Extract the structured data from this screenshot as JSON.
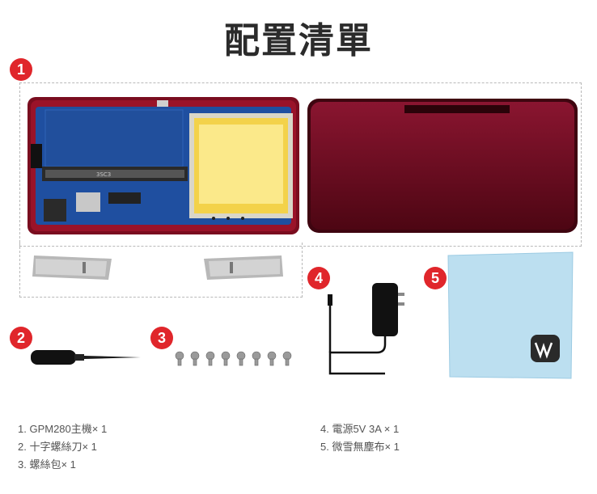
{
  "page": {
    "title": "配置清單"
  },
  "badges": [
    "1",
    "2",
    "3",
    "4",
    "5"
  ],
  "items_left": [
    "1. GPM280主機× 1",
    "2. 十字螺絲刀× 1",
    "3. 螺絲包× 1"
  ],
  "items_right": [
    "4. 電源5V 3A × 1",
    "5. 微雪無塵布× 1"
  ],
  "pcb_text": {
    "slot_label": "3SC3"
  },
  "colors": {
    "badge": "#e0262b",
    "shell": "#6d0a1c",
    "pcb": "#1f4fa0",
    "battery": "#f3d24a",
    "cloth": "#bcdff0"
  }
}
